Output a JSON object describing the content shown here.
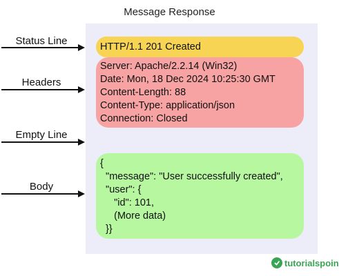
{
  "title": "Message Response",
  "labels": {
    "status_line": "Status Line",
    "headers": "Headers",
    "empty_line": "Empty Line",
    "body": "Body"
  },
  "status_line": "HTTP/1.1 201 Created",
  "headers": [
    "Server: Apache/2.2.14 (Win32)",
    "Date: Mon, 18 Dec 2024 10:25:30 GMT",
    "Content-Length: 88",
    "Content-Type: application/json",
    "Connection: Closed"
  ],
  "body_lines": [
    "{",
    "  \"message\": \"User successfully created\",",
    "  \"user\": {",
    "     \"id\": 101,",
    "     (More data)",
    "  }}"
  ],
  "logo": {
    "text": "tutorialspoint",
    "color": "#3aa455"
  },
  "colors": {
    "status": "#f8d454",
    "headers": "#f7a3a3",
    "body": "#b6f7a0",
    "panel": "#ecedf8"
  }
}
